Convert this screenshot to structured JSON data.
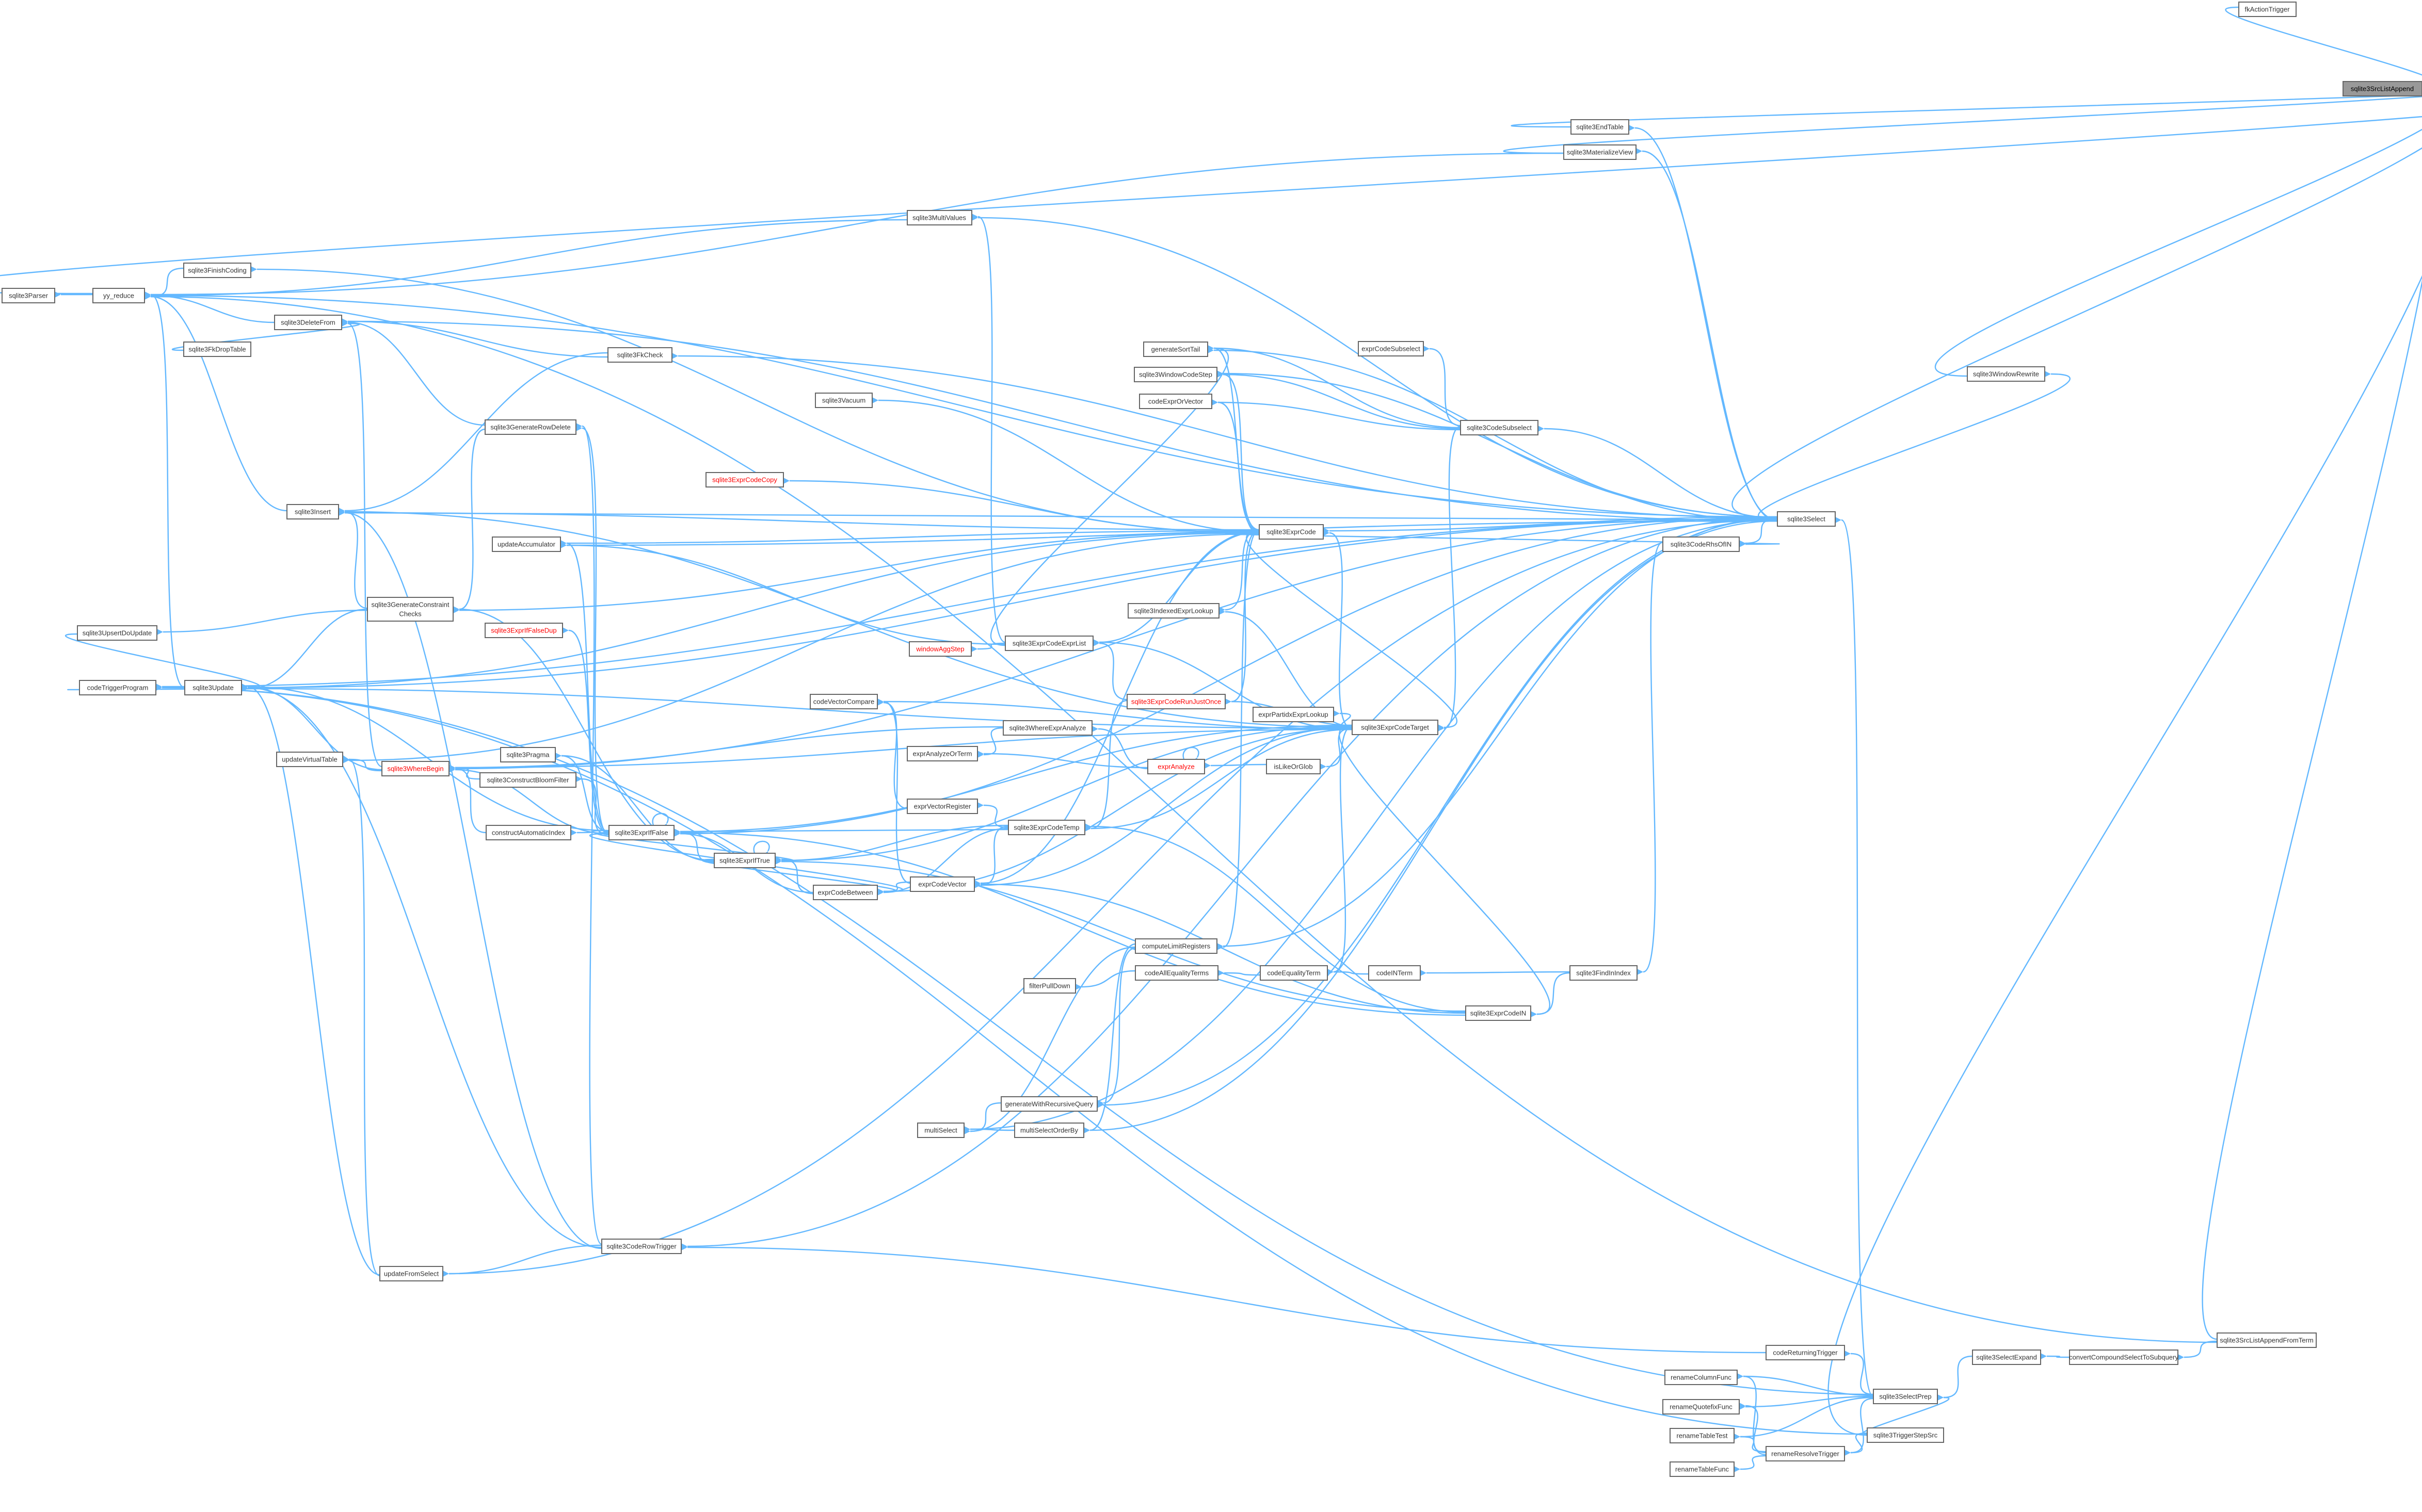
{
  "theme": {
    "edge_color": "#63b8ff",
    "node_border": "#666666",
    "node_fill": "#ffffff",
    "node_text": "#333333",
    "root_fill": "#999999",
    "truncated_border": "#ff0000",
    "truncated_text": "#ff0000"
  },
  "nodes": [
    {
      "id": "sqlite3SrcListAppend",
      "label": "sqlite3SrcListAppend",
      "kind": "root"
    },
    {
      "id": "fkActionTrigger",
      "label": "fkActionTrigger"
    },
    {
      "id": "sqlite3EndTable",
      "label": "sqlite3EndTable"
    },
    {
      "id": "sqlite3MaterializeView",
      "label": "sqlite3MaterializeView"
    },
    {
      "id": "sqlite3MultiValues",
      "label": "sqlite3MultiValues"
    },
    {
      "id": "sqlite3FinishCoding",
      "label": "sqlite3FinishCoding"
    },
    {
      "id": "sqlite3Parser",
      "label": "sqlite3Parser"
    },
    {
      "id": "yy_reduce",
      "label": "yy_reduce"
    },
    {
      "id": "sqlite3DeleteFrom",
      "label": "sqlite3DeleteFrom"
    },
    {
      "id": "sqlite3FkDropTable",
      "label": "sqlite3FkDropTable"
    },
    {
      "id": "sqlite3FkCheck",
      "label": "sqlite3FkCheck"
    },
    {
      "id": "exprCodeSubselect",
      "label": "exprCodeSubselect"
    },
    {
      "id": "generateSortTail",
      "label": "generateSortTail"
    },
    {
      "id": "sqlite3WindowCodeStep",
      "label": "sqlite3WindowCodeStep"
    },
    {
      "id": "codeExprOrVector",
      "label": "codeExprOrVector"
    },
    {
      "id": "sqlite3CodeSubselect",
      "label": "sqlite3CodeSubselect"
    },
    {
      "id": "sqlite3WindowRewrite",
      "label": "sqlite3WindowRewrite"
    },
    {
      "id": "sqlite3Vacuum",
      "label": "sqlite3Vacuum"
    },
    {
      "id": "sqlite3GenerateRowDelete",
      "label": "sqlite3GenerateRowDelete"
    },
    {
      "id": "sqlite3ExprCodeCopy",
      "label": "sqlite3ExprCodeCopy",
      "kind": "truncated"
    },
    {
      "id": "sqlite3Insert",
      "label": "sqlite3Insert"
    },
    {
      "id": "sqlite3Select",
      "label": "sqlite3Select"
    },
    {
      "id": "sqlite3ExprCode",
      "label": "sqlite3ExprCode"
    },
    {
      "id": "updateAccumulator",
      "label": "updateAccumulator"
    },
    {
      "id": "sqlite3CodeRhsOfIN",
      "label": "sqlite3CodeRhsOfIN"
    },
    {
      "id": "sqlite3GenerateConstraintChecks",
      "label": [
        "sqlite3GenerateConstraint",
        "Checks"
      ]
    },
    {
      "id": "sqlite3IndexedExprLookup",
      "label": "sqlite3IndexedExprLookup"
    },
    {
      "id": "sqlite3UpsertDoUpdate",
      "label": "sqlite3UpsertDoUpdate"
    },
    {
      "id": "sqlite3ExprIfFalseDup",
      "label": "sqlite3ExprIfFalseDup",
      "kind": "truncated"
    },
    {
      "id": "windowAggStep",
      "label": "windowAggStep",
      "kind": "truncated"
    },
    {
      "id": "sqlite3ExprCodeExprList",
      "label": "sqlite3ExprCodeExprList"
    },
    {
      "id": "codeTriggerProgram",
      "label": "codeTriggerProgram"
    },
    {
      "id": "sqlite3Update",
      "label": "sqlite3Update"
    },
    {
      "id": "codeVectorCompare",
      "label": "codeVectorCompare"
    },
    {
      "id": "sqlite3ExprCodeRunJustOnce",
      "label": "sqlite3ExprCodeRunJustOnce",
      "kind": "truncated"
    },
    {
      "id": "sqlite3ExprCodeTarget",
      "label": "sqlite3ExprCodeTarget"
    },
    {
      "id": "sqlite3WhereExprAnalyze",
      "label": "sqlite3WhereExprAnalyze"
    },
    {
      "id": "exprPartidxExprLookup",
      "label": "exprPartidxExprLookup"
    },
    {
      "id": "updateVirtualTable",
      "label": "updateVirtualTable"
    },
    {
      "id": "sqlite3WhereBegin",
      "label": "sqlite3WhereBegin",
      "kind": "truncated"
    },
    {
      "id": "exprAnalyzeOrTerm",
      "label": "exprAnalyzeOrTerm"
    },
    {
      "id": "exprAnalyze",
      "label": "exprAnalyze",
      "kind": "truncated"
    },
    {
      "id": "isLikeOrGlob",
      "label": "isLikeOrGlob"
    },
    {
      "id": "sqlite3Pragma",
      "label": "sqlite3Pragma"
    },
    {
      "id": "sqlite3ConstructBloomFilter",
      "label": "sqlite3ConstructBloomFilter"
    },
    {
      "id": "exprVectorRegister",
      "label": "exprVectorRegister"
    },
    {
      "id": "constructAutomaticIndex",
      "label": "constructAutomaticIndex"
    },
    {
      "id": "sqlite3ExprIfFalse",
      "label": "sqlite3ExprIfFalse"
    },
    {
      "id": "sqlite3ExprCodeTemp",
      "label": "sqlite3ExprCodeTemp"
    },
    {
      "id": "sqlite3ExprIfTrue",
      "label": "sqlite3ExprIfTrue"
    },
    {
      "id": "exprCodeVector",
      "label": "exprCodeVector"
    },
    {
      "id": "exprCodeBetween",
      "label": "exprCodeBetween"
    },
    {
      "id": "computeLimitRegisters",
      "label": "computeLimitRegisters"
    },
    {
      "id": "codeAllEqualityTerms",
      "label": "codeAllEqualityTerms"
    },
    {
      "id": "filterPullDown",
      "label": "filterPullDown"
    },
    {
      "id": "codeEqualityTerm",
      "label": "codeEqualityTerm"
    },
    {
      "id": "codeINTerm",
      "label": "codeINTerm"
    },
    {
      "id": "sqlite3FindInIndex",
      "label": "sqlite3FindInIndex"
    },
    {
      "id": "sqlite3ExprCodeIN",
      "label": "sqlite3ExprCodeIN"
    },
    {
      "id": "generateWithRecursiveQuery",
      "label": "generateWithRecursiveQuery"
    },
    {
      "id": "multiSelect",
      "label": "multiSelect"
    },
    {
      "id": "multiSelectOrderBy",
      "label": "multiSelectOrderBy"
    },
    {
      "id": "sqlite3CodeRowTrigger",
      "label": "sqlite3CodeRowTrigger"
    },
    {
      "id": "updateFromSelect",
      "label": "updateFromSelect"
    },
    {
      "id": "codeReturningTrigger",
      "label": "codeReturningTrigger"
    },
    {
      "id": "sqlite3SelectExpand",
      "label": "sqlite3SelectExpand"
    },
    {
      "id": "convertCompoundSelectToSubquery",
      "label": "convertCompoundSelectToSubquery"
    },
    {
      "id": "sqlite3SrcListAppendFromTerm",
      "label": "sqlite3SrcListAppendFromTerm"
    },
    {
      "id": "renameColumnFunc",
      "label": "renameColumnFunc"
    },
    {
      "id": "sqlite3SelectPrep",
      "label": "sqlite3SelectPrep"
    },
    {
      "id": "renameQuotefixFunc",
      "label": "renameQuotefixFunc"
    },
    {
      "id": "renameTableTest",
      "label": "renameTableTest"
    },
    {
      "id": "sqlite3TriggerStepSrc",
      "label": "sqlite3TriggerStepSrc"
    },
    {
      "id": "renameResolveTrigger",
      "label": "renameResolveTrigger"
    },
    {
      "id": "renameTableFunc",
      "label": "renameTableFunc"
    }
  ]
}
